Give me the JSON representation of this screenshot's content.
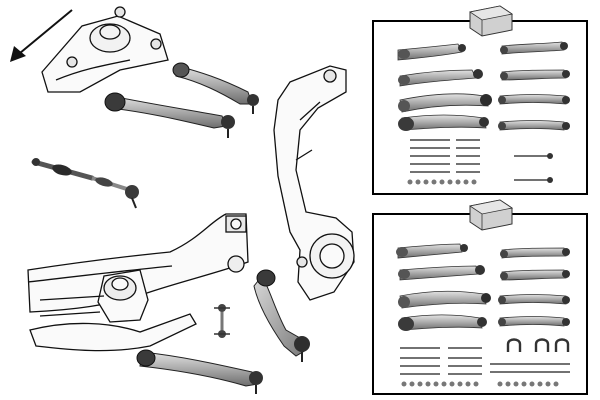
{
  "scene": {
    "name": "suspension-control-arm-kit-illustration",
    "direction_arrow": "front-of-vehicle-arrow-icon",
    "line_art_color": "#111111",
    "part_fill_color": "#b9b9b9",
    "part_dark_color": "#3a3a3a",
    "box_border_color": "#000000",
    "package_color": "#cfcfcf"
  },
  "kits": [
    {
      "id": "kit-top",
      "label": ""
    },
    {
      "id": "kit-bottom",
      "label": ""
    }
  ]
}
